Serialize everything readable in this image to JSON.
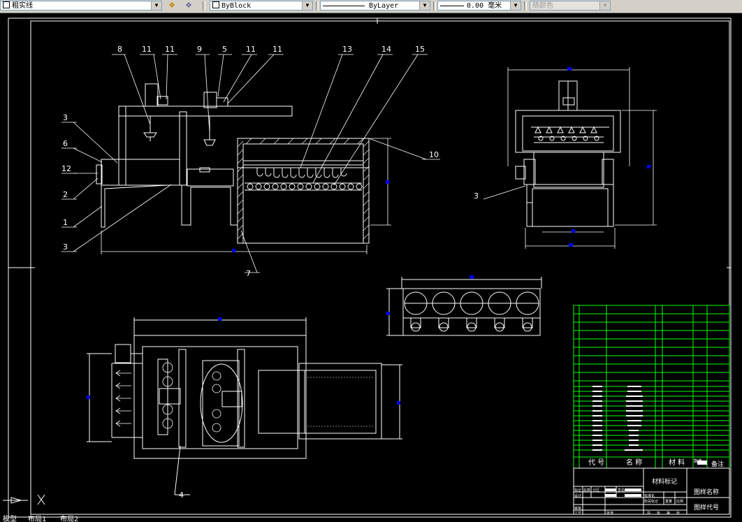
{
  "toolbar": {
    "linetype_layer": "粗实线",
    "color_control": "ByBlock",
    "linetype_control": "ByLayer",
    "lineweight_control": "0.00 毫米",
    "plotstyle_control": "随颜色"
  },
  "drawing": {
    "callouts_front": [
      "8",
      "11",
      "11",
      "9",
      "5",
      "11",
      "11",
      "13",
      "14",
      "15"
    ],
    "callouts_left": [
      "3",
      "6",
      "12",
      "2",
      "1",
      "3"
    ],
    "callout_10": "10",
    "callout_7": "7",
    "callout_3_side": "3",
    "callout_4": "4"
  },
  "title_block": {
    "header_code": "代 号",
    "header_name": "名 称",
    "header_material": "材 料",
    "header_qty": "数量",
    "header_note": "备注",
    "material_mark": "材料标记",
    "drawing_name": "图样名称",
    "drawing_code": "图样代号",
    "row_labels": [
      "标记",
      "处数",
      "分区",
      "更改文件号",
      "签名",
      "年",
      "月",
      "日"
    ],
    "bottom_labels": [
      "设计",
      "标准化",
      "阶段标记",
      "重量",
      "比例",
      "审核",
      "工艺",
      "批准",
      "共",
      "张",
      "第",
      "张"
    ]
  },
  "tabs": {
    "model": "模型",
    "layout1": "布局1",
    "layout2": "布局2"
  }
}
